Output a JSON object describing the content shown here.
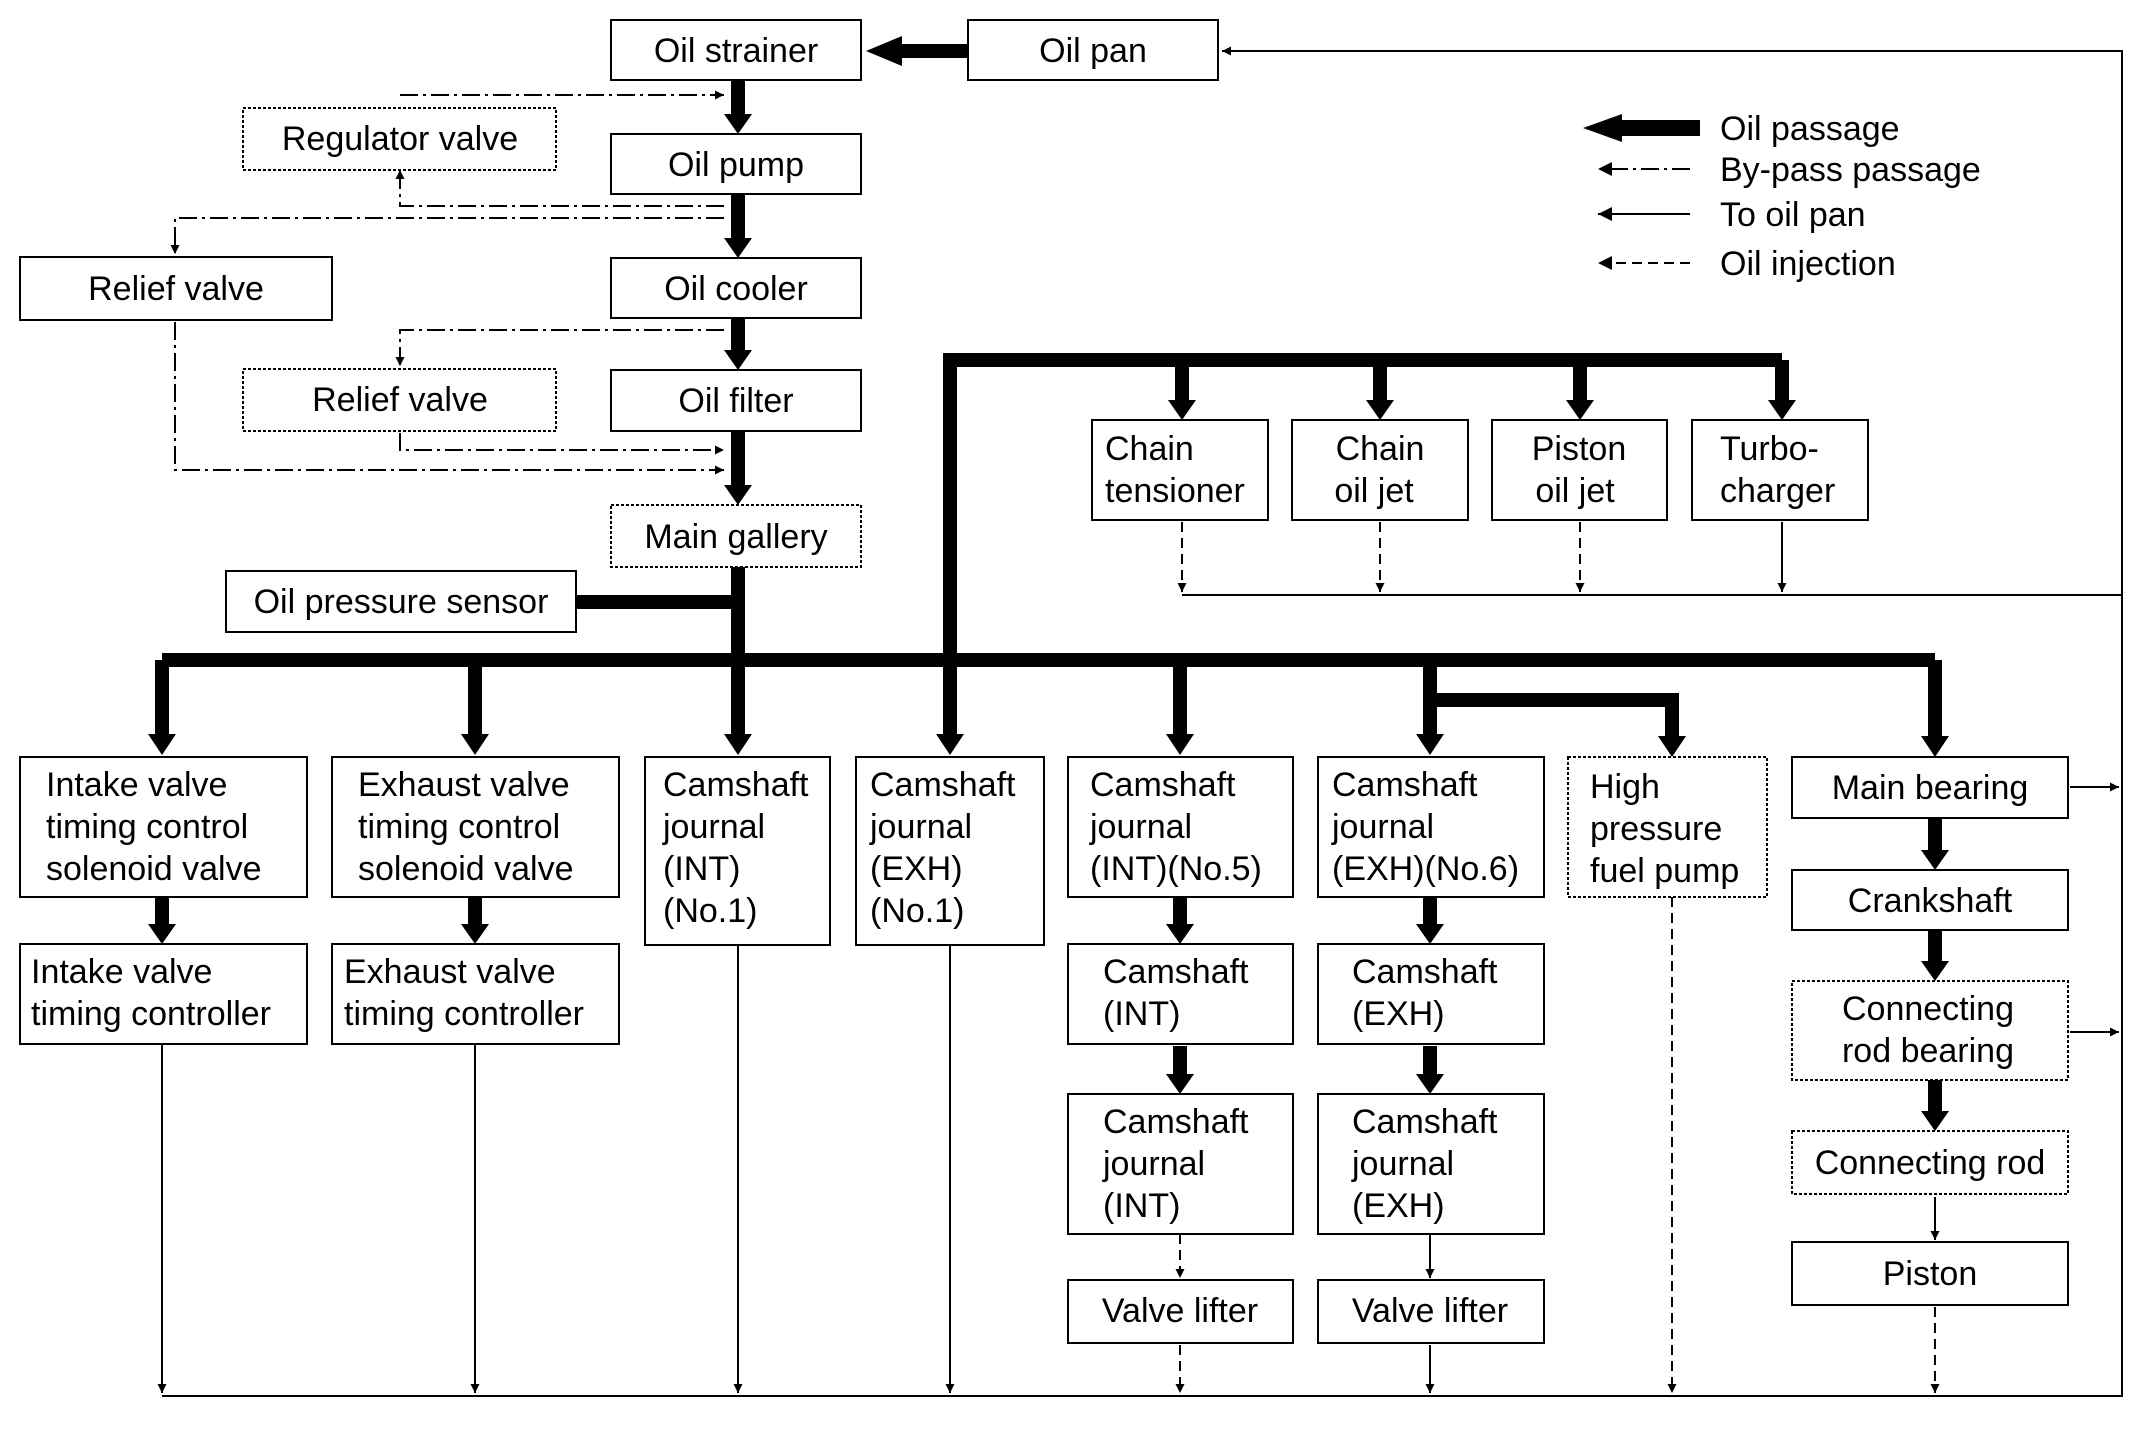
{
  "boxes": {
    "oil_strainer": "Oil strainer",
    "oil_pan": "Oil pan",
    "regulator_valve": "Regulator valve",
    "oil_pump": "Oil pump",
    "relief_valve_1": "Relief valve",
    "oil_cooler": "Oil cooler",
    "relief_valve_2": "Relief valve",
    "oil_filter": "Oil filter",
    "main_gallery": "Main gallery",
    "oil_pressure_sensor": "Oil pressure sensor",
    "chain_tensioner": [
      "Chain",
      "tensioner"
    ],
    "chain_oil_jet": [
      "Chain",
      "oil jet"
    ],
    "piston_oil_jet": [
      "Piston",
      "oil jet"
    ],
    "turbocharger": [
      "Turbo-",
      "charger"
    ],
    "intake_solenoid": [
      "Intake valve",
      "timing control",
      "solenoid valve"
    ],
    "exhaust_solenoid": [
      "Exhaust valve",
      "timing control",
      "solenoid valve"
    ],
    "cam_journal_int_1": [
      "Camshaft",
      "journal",
      "(INT)",
      "(No.1)"
    ],
    "cam_journal_exh_1": [
      "Camshaft",
      "journal",
      "(EXH)",
      "(No.1)"
    ],
    "cam_journal_int_5": [
      "Camshaft",
      "journal",
      "(INT)(No.5)"
    ],
    "cam_journal_exh_6": [
      "Camshaft",
      "journal",
      "(EXH)(No.6)"
    ],
    "hp_fuel_pump": [
      "High",
      "pressure",
      "fuel pump"
    ],
    "main_bearing": "Main bearing",
    "intake_controller": [
      "Intake valve",
      "timing controller"
    ],
    "exhaust_controller": [
      "Exhaust valve",
      "timing controller"
    ],
    "camshaft_int": [
      "Camshaft",
      "(INT)"
    ],
    "camshaft_exh": [
      "Camshaft",
      "(EXH)"
    ],
    "crankshaft": "Crankshaft",
    "cam_journal_int": [
      "Camshaft",
      "journal",
      "(INT)"
    ],
    "cam_journal_exh": [
      "Camshaft",
      "journal",
      "(EXH)"
    ],
    "connecting_rod_bearing": [
      "Connecting",
      "rod bearing"
    ],
    "connecting_rod": "Connecting rod",
    "valve_lifter_int": "Valve lifter",
    "valve_lifter_exh": "Valve lifter",
    "piston": "Piston"
  },
  "legend": {
    "oil_passage": "Oil passage",
    "bypass_passage": "By-pass passage",
    "to_oil_pan": "To oil pan",
    "oil_injection": "Oil injection"
  }
}
